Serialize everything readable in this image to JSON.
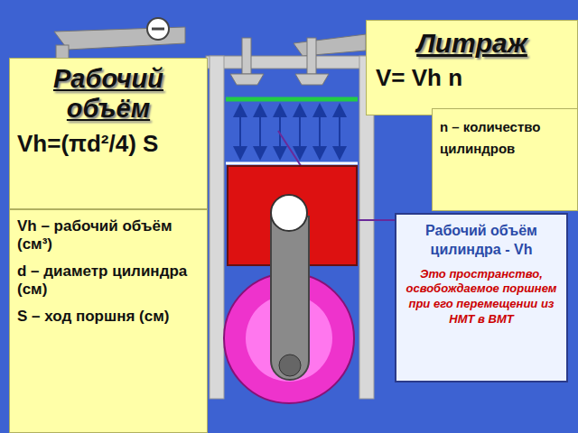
{
  "diagram": {
    "nodes": [
      {
        "text": [
          "Рабочий объём",
          "Vh=(πd²/4) S"
        ]
      },
      {
        "text": [
          "Vh – рабочий объём (см³)",
          "d – диаметр цилиндра (см)",
          "S – ход поршня (см)"
        ]
      },
      {
        "text": [
          "Литраж",
          "V= Vh n"
        ]
      },
      {
        "text": [
          "n – количество цилиндров"
        ]
      },
      {
        "text": [
          "Рабочий объём цилиндра - Vh",
          "Это пространство, освобождаемое поршнем при его перемещении из НМТ в ВМТ"
        ]
      }
    ]
  }
}
